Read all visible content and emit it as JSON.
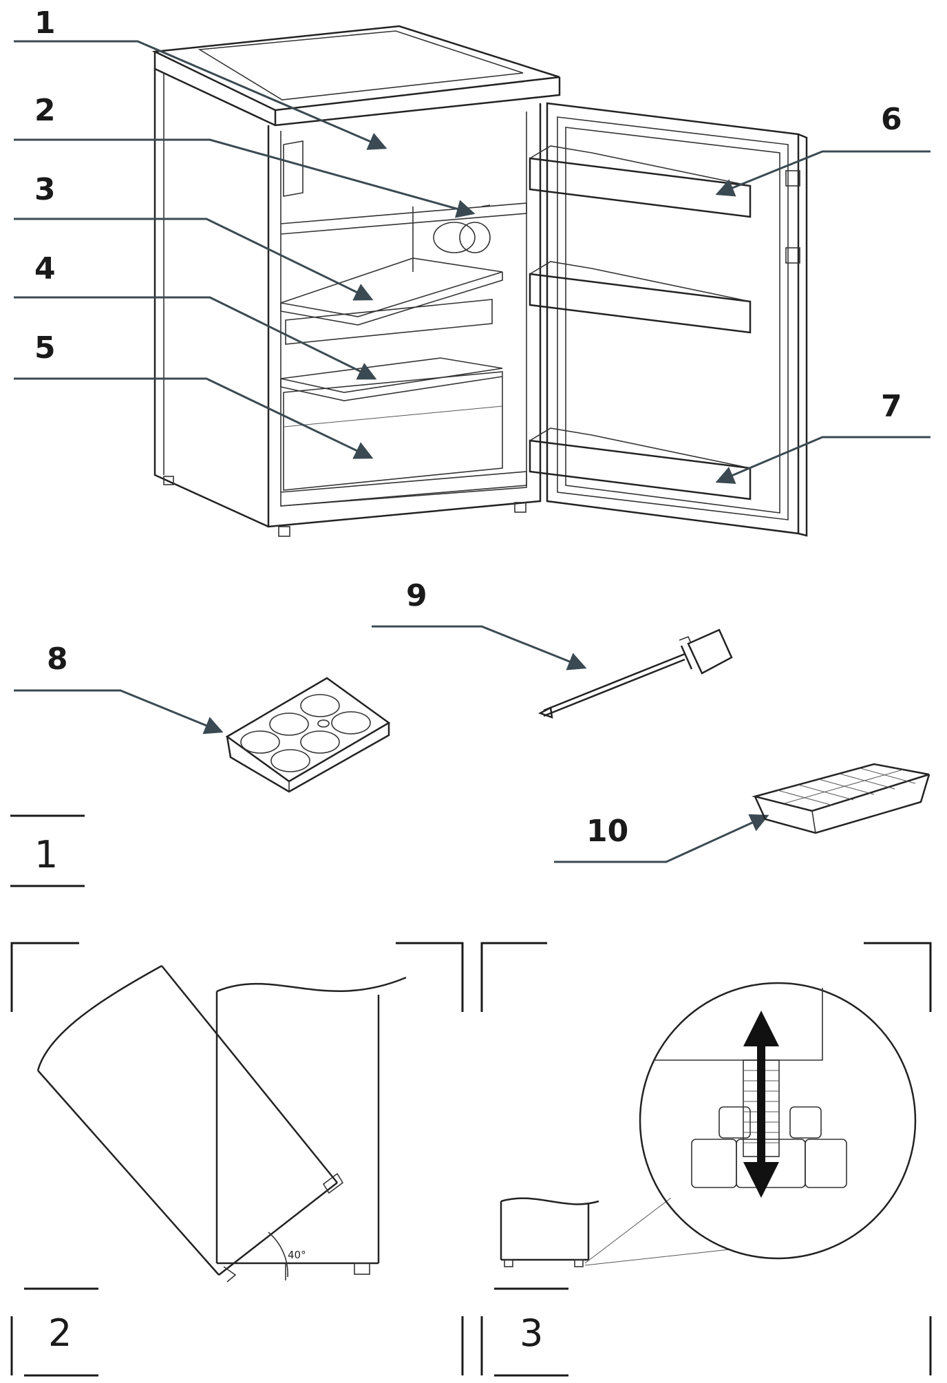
{
  "callouts": [
    "1",
    "2",
    "3",
    "4",
    "5",
    "6",
    "7",
    "8",
    "9",
    "10"
  ],
  "figures": [
    "1",
    "2",
    "3"
  ],
  "angle_label": "40°",
  "colors": {
    "line": "#222222",
    "pointer": "#3b4a52",
    "background": "#ffffff"
  }
}
